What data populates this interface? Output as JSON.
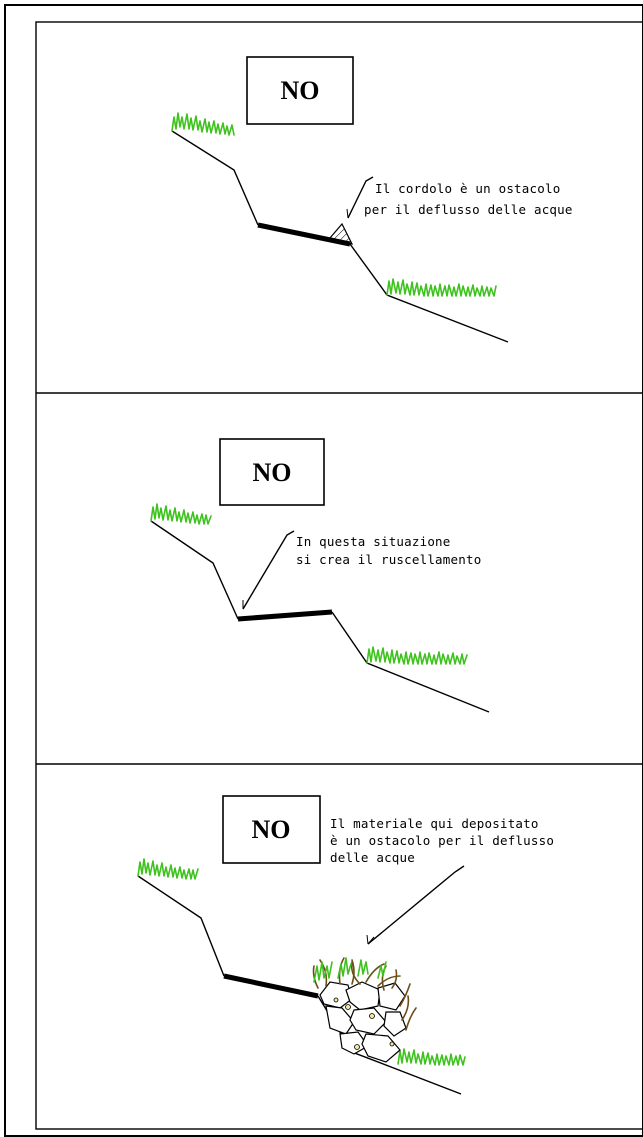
{
  "panels": [
    {
      "badge": "NO",
      "note_lines": [
        "Il cordolo è un ostacolo",
        "per il deflusso delle acque"
      ]
    },
    {
      "badge": "NO",
      "note_lines": [
        "In questa situazione",
        "si crea il ruscellamento"
      ]
    },
    {
      "badge": "NO",
      "note_lines": [
        "Il materiale qui depositato",
        "è un ostacolo per il deflusso",
        "delle acque"
      ]
    }
  ],
  "colors": {
    "grass": "#3ec21e",
    "ink": "#000000",
    "weed": "#6b4f1a"
  }
}
